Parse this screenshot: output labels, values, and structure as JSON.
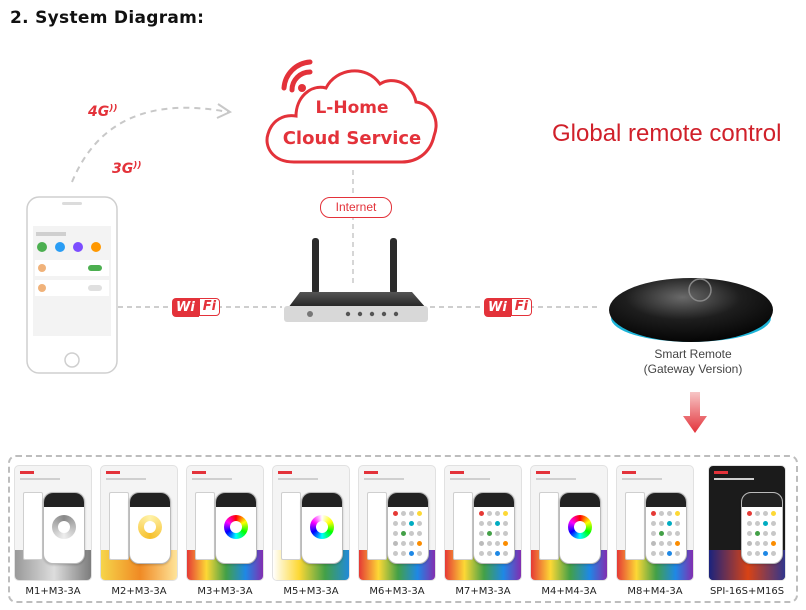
{
  "heading": "2. System Diagram:",
  "cloud": {
    "line1": "L-Home",
    "line2": "Cloud Service"
  },
  "tagline": "Global remote control",
  "internet_label": "Internet",
  "network_labels": {
    "g4": "4G",
    "g3": "3G"
  },
  "wifi_label": {
    "left": "Wi",
    "right": "Fi"
  },
  "smart_remote": {
    "line1": "Smart Remote",
    "line2": "(Gateway Version)"
  },
  "products": [
    {
      "label": "M1+M3-3A",
      "kind": "wheel",
      "colors": "mono"
    },
    {
      "label": "M2+M3-3A",
      "kind": "wheel",
      "colors": "warm"
    },
    {
      "label": "M3+M3-3A",
      "kind": "wheel",
      "colors": "rgb"
    },
    {
      "label": "M5+M3-3A",
      "kind": "wheel",
      "colors": "rgbw"
    },
    {
      "label": "M6+M3-3A",
      "kind": "buttons",
      "colors": "rgb"
    },
    {
      "label": "M7+M3-3A",
      "kind": "buttons",
      "colors": "rgb"
    },
    {
      "label": "M4+M4-3A",
      "kind": "wheel",
      "colors": "rgb"
    },
    {
      "label": "M8+M4-3A",
      "kind": "buttons",
      "colors": "rgb"
    },
    {
      "label": "SPI-16S+M16S",
      "kind": "buttons",
      "colors": "dark"
    }
  ],
  "colors": {
    "accent": "#e3323a",
    "heading": "#111111",
    "tagline": "#d0202a"
  }
}
